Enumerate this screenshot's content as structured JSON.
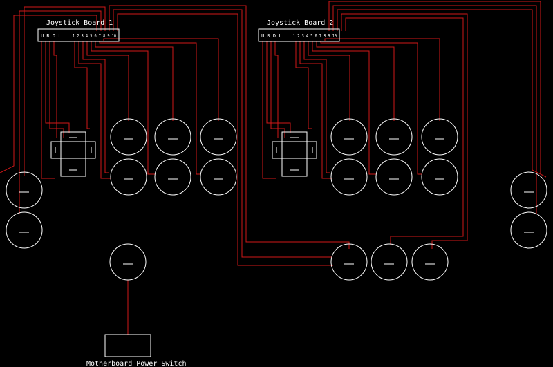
{
  "diagram": {
    "board1": {
      "title": "Joystick Board 1",
      "pins_left": "U R D L",
      "pins_right": "1 2 3 4 5 6 7 8 9 10"
    },
    "board2": {
      "title": "Joystick Board 2",
      "pins_left": "U R D L",
      "pins_right": "1 2 3 4 5 6 7 8 9 10"
    },
    "power_switch": {
      "label": "Motherboard Power Switch"
    },
    "colors": {
      "background": "#000000",
      "wire": "#d01818",
      "outline": "#ffffff"
    }
  }
}
